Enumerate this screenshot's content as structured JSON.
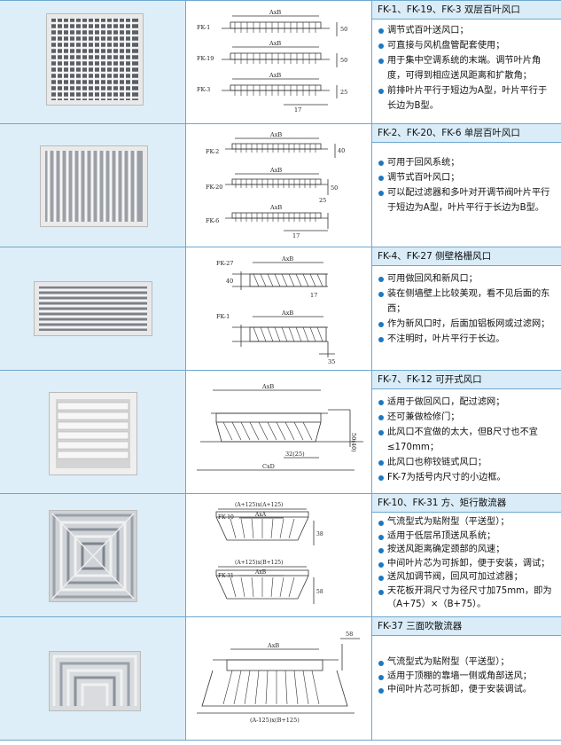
{
  "rows": [
    {
      "title": "FK-1、FK-19、FK-3 双层百叶风口",
      "bullets": [
        "调节式百叶送风口；",
        "可直接与风机盘管配套使用；",
        "用于集中空调系统的末端。调节叶片角度，可得到相应送风距离和扩散角；",
        "前排叶片平行于短边为A型，叶片平行于长边为B型。"
      ],
      "drawing": {
        "labels": [
          "FK-1",
          "FK-19",
          "FK-3"
        ],
        "dims": [
          "AxB",
          "AxB",
          "AxB",
          "50",
          "50",
          "25",
          "17"
        ]
      }
    },
    {
      "title": "FK-2、FK-20、FK-6 单层百叶风口",
      "bullets": [
        "可用于回风系统；",
        "调节式百叶风口；",
        "可以配过滤器和多叶对开调节阀叶片平行于短边为A型，叶片平行于长边为B型。"
      ],
      "drawing": {
        "labels": [
          "FK-2",
          "FK-20",
          "FK-6"
        ],
        "dims": [
          "AxB",
          "AxB",
          "AxB",
          "40",
          "50",
          "25",
          "17"
        ]
      }
    },
    {
      "title": "FK-4、FK-27 侧壁格栅风口",
      "bullets": [
        "可用做回风和新风口；",
        "装在侧墙壁上比较美观，看不见后面的东西；",
        "作为新风口时，后面加铝板网或过滤网；",
        "不注明时，叶片平行于长边。"
      ],
      "drawing": {
        "labels": [
          "FK-27",
          "FK-1"
        ],
        "dims": [
          "AxB",
          "AxB",
          "40",
          "17",
          "35"
        ]
      }
    },
    {
      "title": "FK-7、FK-12 可开式风口",
      "bullets": [
        "适用于做回风口，配过滤网；",
        "还可兼做检修门；",
        "此风口不宜做的太大，但B尺寸也不宜≤170mm；",
        "此风口也称铰链式风口；",
        "FK-7为括号内尺寸的小边框。"
      ],
      "drawing": {
        "labels": [],
        "dims": [
          "AxB",
          "50(40)",
          "32(25)",
          "CxD"
        ]
      }
    },
    {
      "title": "FK-10、FK-31 方、矩行散流器",
      "bullets": [
        "气流型式为贴附型（平送型）；",
        "适用于低层吊顶送风系统；",
        "按送风距离确定颈部的风速；",
        "中间叶片芯为可拆卸，便于安装，调试；",
        "送风加调节阀，回风可加过滤器；",
        "天花板开洞尺寸为径尺寸加75mm，即为（A+75）×（B+75）。"
      ],
      "drawing": {
        "labels": [
          "FK-10",
          "FK-31"
        ],
        "dims": [
          "(A+125)x(A+125)",
          "AxA",
          "(A+125)x(B+125)",
          "AxB",
          "38",
          "58"
        ]
      }
    },
    {
      "title": "FK-37 三面吹散流器",
      "bullets": [
        "气流型式为贴附型（平送型）；",
        "适用于顶棚的靠墙一侧或角部送风；",
        "中间叶片芯可拆卸，便于安装调试。"
      ],
      "drawing": {
        "labels": [],
        "dims": [
          "AxB",
          "58",
          "(A-125)x(B+125)"
        ]
      }
    }
  ],
  "colors": {
    "border": "#6fa7cf",
    "header_bg": "#d9ecf8",
    "photo_cell_bg": "#ddeef8",
    "bullet": "#1c78c0"
  }
}
